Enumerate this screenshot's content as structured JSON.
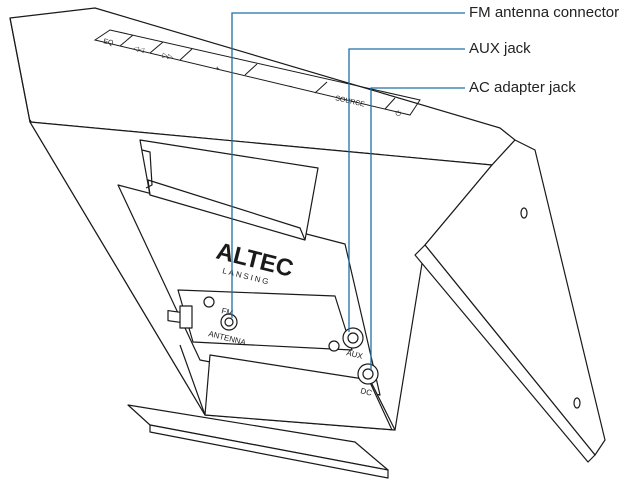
{
  "callouts": [
    {
      "id": "fm",
      "label": "FM antenna connector"
    },
    {
      "id": "aux",
      "label": "AUX jack"
    },
    {
      "id": "ac",
      "label": "AC adapter jack"
    }
  ],
  "device": {
    "logo_brand": "ALTEC",
    "logo_sub": "LANSING",
    "port_labels": {
      "fm": "FM",
      "antenna": "ANTENNA",
      "aux": "AUX",
      "dc": "DC"
    },
    "top_buttons": [
      "EQ",
      "◁◁",
      "▷▷",
      "+",
      "−",
      "SOURCE",
      "⏻"
    ]
  },
  "colors": {
    "callout_line": "#1e6fa8",
    "outline": "#1a1a1a",
    "background": "#ffffff"
  }
}
